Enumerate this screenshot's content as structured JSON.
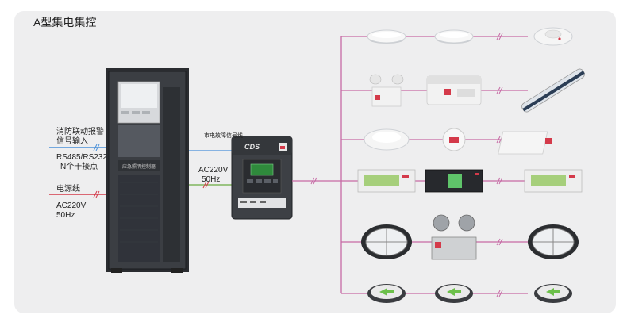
{
  "title": "A型集电集控",
  "inputs": {
    "fire_alarm": {
      "line1": "消防联动报警",
      "line2": "信号输入"
    },
    "comm": {
      "line1": "RS485/RS232",
      "line2": "N个干接点"
    },
    "power": {
      "label": "电源线",
      "line1": "AC220V",
      "line2": "50Hz"
    }
  },
  "cabinet": {
    "panel_text": "应急照明控制器"
  },
  "distributor": {
    "signal_label": "市电故障信号线",
    "line1": "AC220V",
    "line2": "50Hz",
    "brand": "CDS"
  },
  "colors": {
    "signal": "#4a90d9",
    "power": "#d43a4a",
    "bus": "#c76aa5",
    "ac": "#6aaa40",
    "panel": "#eeeeef"
  },
  "rows": [
    {
      "devices": [
        "downlight",
        "downlight",
        "smoke-detector"
      ]
    },
    {
      "devices": [
        "twin-spot-emergency-light",
        "emergency-strip-light",
        "tube-light"
      ]
    },
    {
      "devices": [
        "ceiling-light",
        "round-light",
        "square-emergency-light"
      ]
    },
    {
      "devices": [
        "exit-sign",
        "black-exit-sign",
        "exit-sign"
      ]
    },
    {
      "devices": [
        "bulkhead-light",
        "explosion-proof-twin-light",
        "bulkhead-light"
      ]
    },
    {
      "devices": [
        "round-floor-arrow",
        "round-floor-arrow",
        "round-floor-arrow"
      ]
    }
  ]
}
